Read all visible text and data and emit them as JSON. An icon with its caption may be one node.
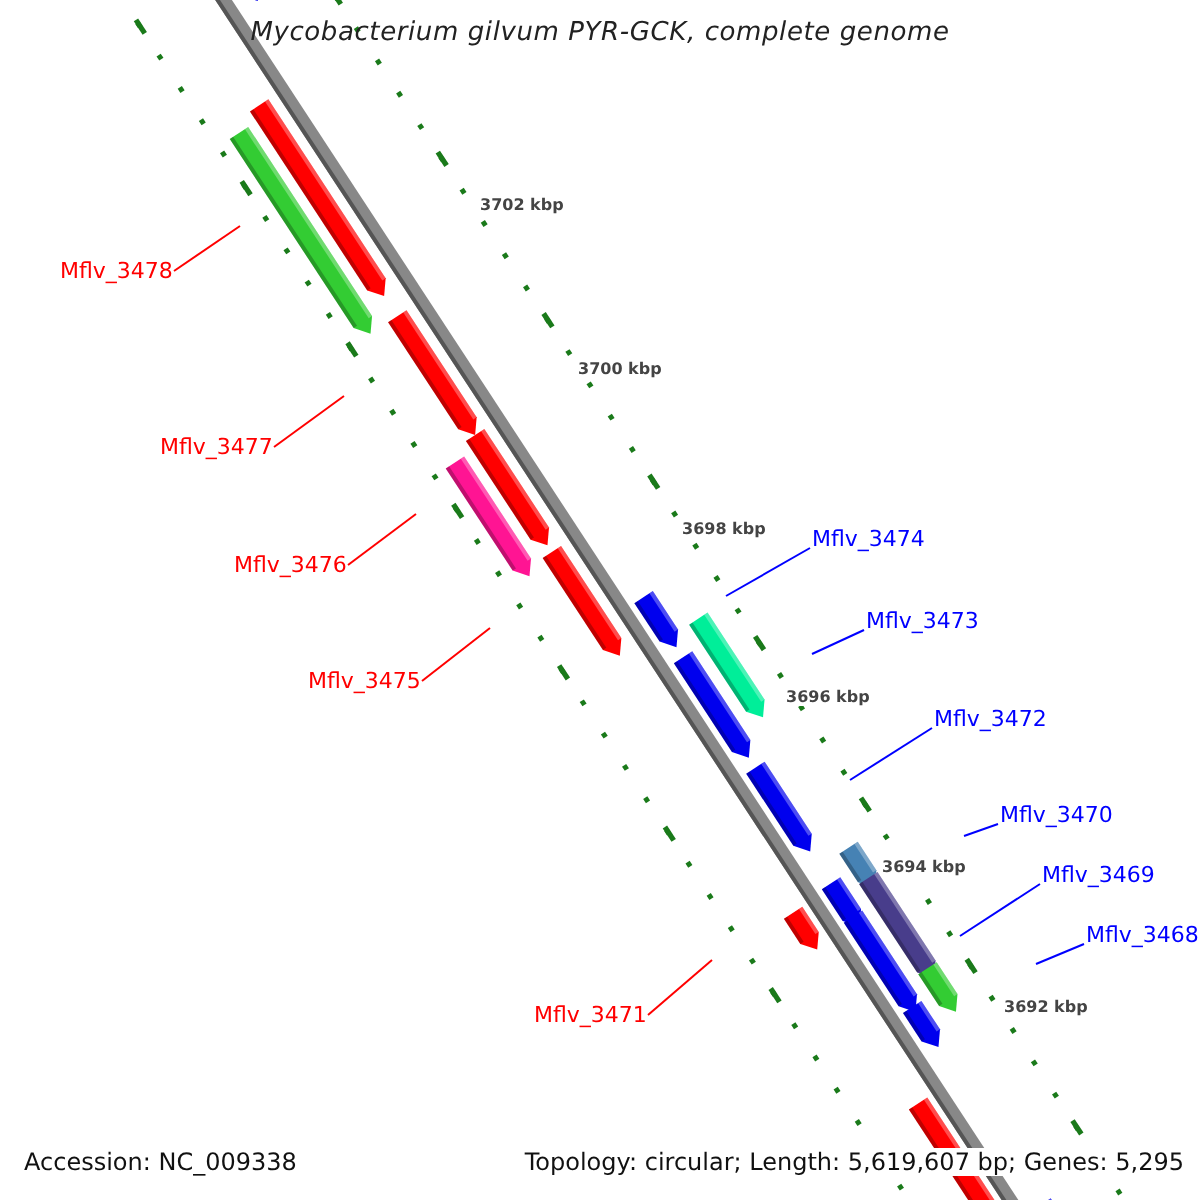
{
  "diagram": {
    "title": "Mycobacterium gilvum PYR-GCK, complete genome",
    "nodes": [
      {
        "text": [
          "Mflv_3478"
        ]
      },
      {
        "text": [
          "Mflv_3477"
        ]
      },
      {
        "text": [
          "Mflv_3476"
        ]
      },
      {
        "text": [
          "Mflv_3475"
        ]
      },
      {
        "text": [
          "Mflv_3474"
        ]
      },
      {
        "text": [
          "Mflv_3473"
        ]
      },
      {
        "text": [
          "Mflv_3472"
        ]
      },
      {
        "text": [
          "Mflv_3470"
        ]
      },
      {
        "text": [
          "Mflv_3469"
        ]
      },
      {
        "text": [
          "Mflv_3468"
        ]
      },
      {
        "text": [
          "Mflv_3471"
        ]
      }
    ],
    "edges": [
      {
        "from": 0,
        "to": null,
        "arrow": "none",
        "color": "#ff0000"
      },
      {
        "from": 1,
        "to": null,
        "arrow": "none",
        "color": "#ff0000"
      },
      {
        "from": 2,
        "to": null,
        "arrow": "none",
        "color": "#ff0000"
      },
      {
        "from": 3,
        "to": null,
        "arrow": "none",
        "color": "#ff0000"
      },
      {
        "from": 4,
        "to": null,
        "arrow": "none"
      },
      {
        "from": 5,
        "to": null,
        "arrow": "none"
      },
      {
        "from": 6,
        "to": null,
        "arrow": "none"
      },
      {
        "from": 7,
        "to": null,
        "arrow": "none"
      },
      {
        "from": 8,
        "to": null,
        "arrow": "none"
      },
      {
        "from": 9,
        "to": null,
        "arrow": "none"
      },
      {
        "from": 10,
        "to": null,
        "arrow": "none",
        "color": "#ff0000"
      }
    ],
    "labels": [
      "3702 kbp",
      "3700 kbp",
      "3698 kbp",
      "3696 kbp",
      "3694 kbp",
      "3692 kbp",
      "Accession: NC_009338",
      "Topology: circular; Length: 5,619,607 bp; Genes: 5,295"
    ]
  }
}
